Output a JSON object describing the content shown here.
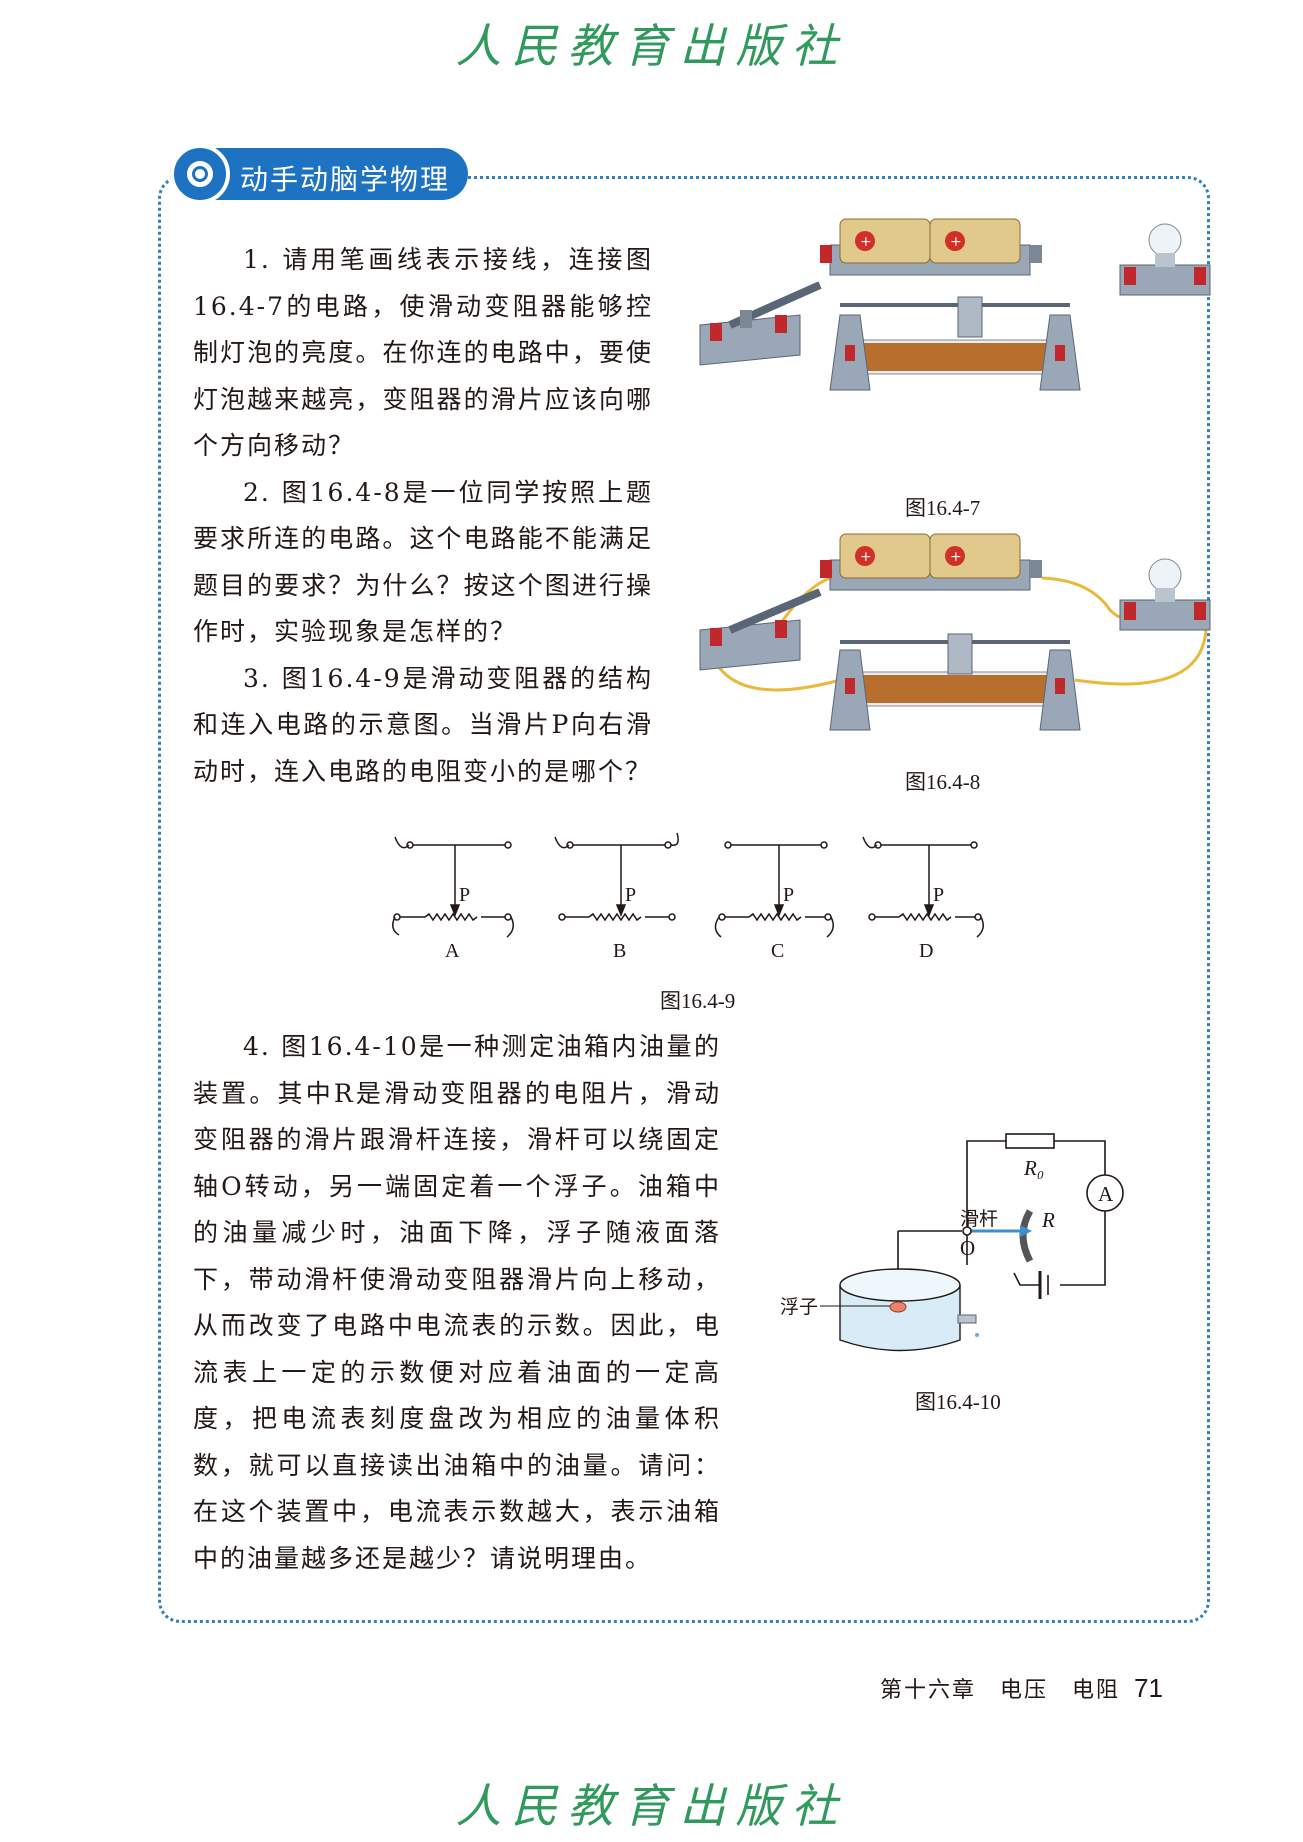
{
  "publisher_logo": "人民教育出版社",
  "section": {
    "title": "动手动脑学物理"
  },
  "questions": [
    "1. 请用笔画线表示接线，连接图16.4-7的电路，使滑动变阻器能够控制灯泡的亮度。在你连的电路中，要使灯泡越来越亮，变阻器的滑片应该向哪个方向移动？",
    "2. 图16.4-8是一位同学按照上题要求所连的电路。这个电路能不能满足题目的要求？为什么？按这个图进行操作时，实验现象是怎样的？",
    "3. 图16.4-9是滑动变阻器的结构和连入电路的示意图。当滑片P向右滑动时，连入电路的电阻变小的是哪个？",
    "4. 图16.4-10是一种测定油箱内油量的装置。其中R是滑动变阻器的电阻片，滑动变阻器的滑片跟滑杆连接，滑杆可以绕固定轴O转动，另一端固定着一个浮子。油箱中的油量减少时，油面下降，浮子随液面落下，带动滑杆使滑动变阻器滑片向上移动，从而改变了电路中电流表的示数。因此，电流表上一定的示数便对应着油面的一定高度，把电流表刻度盘改为相应的油量体积数，就可以直接读出油箱中的油量。请问：在这个装置中，电流表示数越大，表示油箱中的油量越多还是越少？请说明理由。"
  ],
  "figures": {
    "f7": "图16.4-7",
    "f8": "图16.4-8",
    "f9": "图16.4-9",
    "f10": "图16.4-10"
  },
  "fig9_labels": {
    "slider": "P",
    "options": [
      "A",
      "B",
      "C",
      "D"
    ]
  },
  "fig10_labels": {
    "r0": "R₀",
    "ammeter": "A",
    "lever": "滑杆",
    "pivot": "O",
    "resistor": "R",
    "float": "浮子"
  },
  "footer": {
    "chapter": "第十六章　电压　电阻",
    "page": "71"
  },
  "colors": {
    "accent_blue": "#1e72c2",
    "logo_green": "#2f9a5c",
    "wire_yellow": "#e8b93a"
  }
}
